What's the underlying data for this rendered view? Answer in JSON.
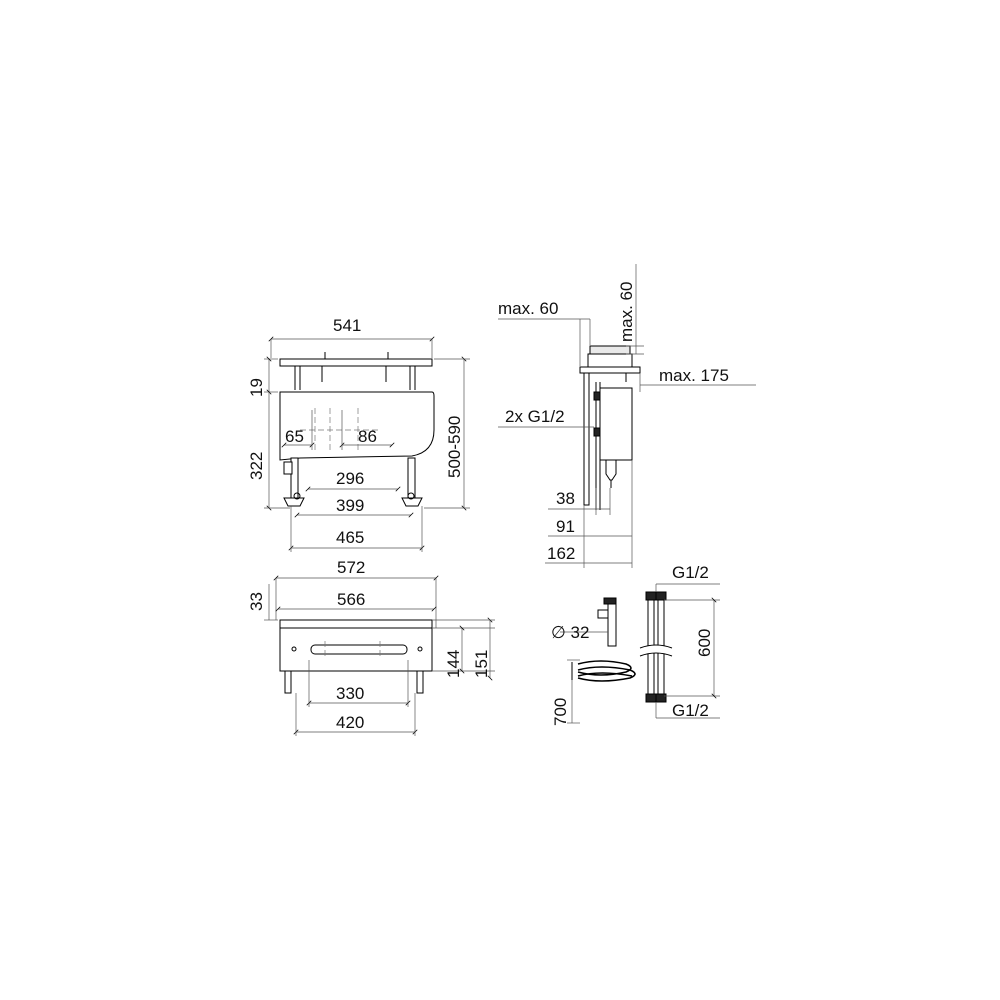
{
  "front_view": {
    "dim_541": "541",
    "dim_19": "19",
    "dim_322": "322",
    "dim_65": "65",
    "dim_86": "86",
    "dim_296": "296",
    "dim_399": "399",
    "dim_465": "465",
    "dim_500_590": "500-590"
  },
  "side_view": {
    "max_60_horizontal": "max. 60",
    "max_60_vertical": "max. 60",
    "max_175": "max. 175",
    "connections": "2x G1/2",
    "dim_38": "38",
    "dim_91": "91",
    "dim_162": "162"
  },
  "top_view": {
    "dim_572": "572",
    "dim_566": "566",
    "dim_33": "33",
    "dim_144": "144",
    "dim_151": "151",
    "dim_330": "330",
    "dim_420": "420"
  },
  "accessories": {
    "diameter": "∅ 32",
    "hose_length": "700",
    "thread_top": "G1/2",
    "thread_bottom": "G1/2",
    "hose_600": "600"
  }
}
